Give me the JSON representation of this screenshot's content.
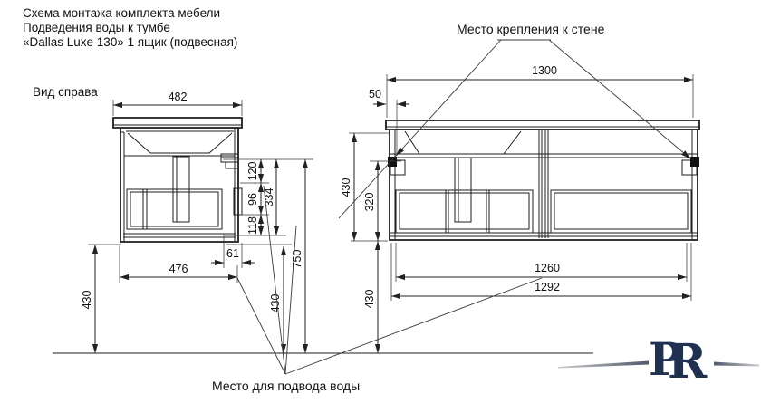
{
  "title": {
    "line1": "Схема монтажа комплекта мебели",
    "line2": "Подведения воды к тумбе",
    "line3": "«Dallas Luxe 130» 1 ящик (подвесная)"
  },
  "labels": {
    "side_view": "Вид справа",
    "wall_mount": "Место крепления к стене",
    "water_supply": "Место для подвода воды"
  },
  "side_dims": {
    "width_top": "482",
    "h1": "120",
    "h2": "96",
    "h3": "118",
    "h_sum": "334",
    "h_total": "750",
    "back_offset": "61",
    "depth": "476",
    "floor_front": "430",
    "floor_drain": "430"
  },
  "front_dims": {
    "width_top": "1300",
    "bracket_offset": "50",
    "height_side": "430",
    "height_inner": "320",
    "floor_clearance": "430",
    "width_inner": "1260",
    "width_body": "1292"
  },
  "logo": {
    "p": "P",
    "r": "R"
  },
  "colors": {
    "line": "#2b2b2b",
    "text": "#111111",
    "logo": "#203050"
  }
}
